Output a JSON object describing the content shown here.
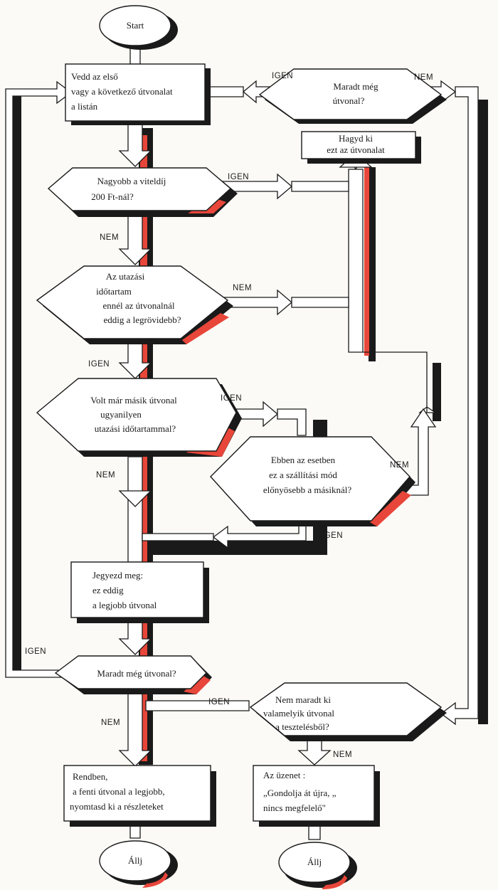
{
  "nodes": {
    "start": "Start",
    "take_route": [
      "Vedd az első",
      "vagy a következő útvonalat",
      "a listán"
    ],
    "remaining_top": [
      "Maradt még",
      "útvonal?"
    ],
    "skip_route": [
      "Hagyd ki",
      "ezt az útvonalat"
    ],
    "fare_check": [
      "Nagyobb a viteldíj",
      "200 Ft-nál?"
    ],
    "duration_check": [
      "Az utazási",
      "időtartam",
      "ennél az útvonalnál",
      "eddig a legrövidebb?"
    ],
    "same_duration": [
      "Volt már másik útvonal",
      "ugyanilyen",
      "utazási időtartammal?"
    ],
    "transport_better": [
      "Ebben az esetben",
      "ez a szállítási mód",
      "előnyösebb a másiknál?"
    ],
    "note_best": [
      "Jegyezd meg:",
      "ez eddig",
      "a legjobb útvonal"
    ],
    "remaining_bottom": "Maradt még útvonal?",
    "none_left": [
      "Nem maradt ki",
      "valamelyik útvonal",
      "a tesztelésből?"
    ],
    "ok_print": [
      "Rendben,",
      "a fenti útvonal a legjobb,",
      "nyomtasd ki a részleteket"
    ],
    "message": [
      "Az üzenet :",
      "„Gondolja át újra, „",
      "nincs megfelelő\""
    ],
    "stop_left": "Állj",
    "stop_right": "Állj"
  },
  "edges": {
    "yes": "IGEN",
    "no": "NEM"
  },
  "colors": {
    "accent": "#e8463a",
    "ink": "#1a1a1a"
  }
}
